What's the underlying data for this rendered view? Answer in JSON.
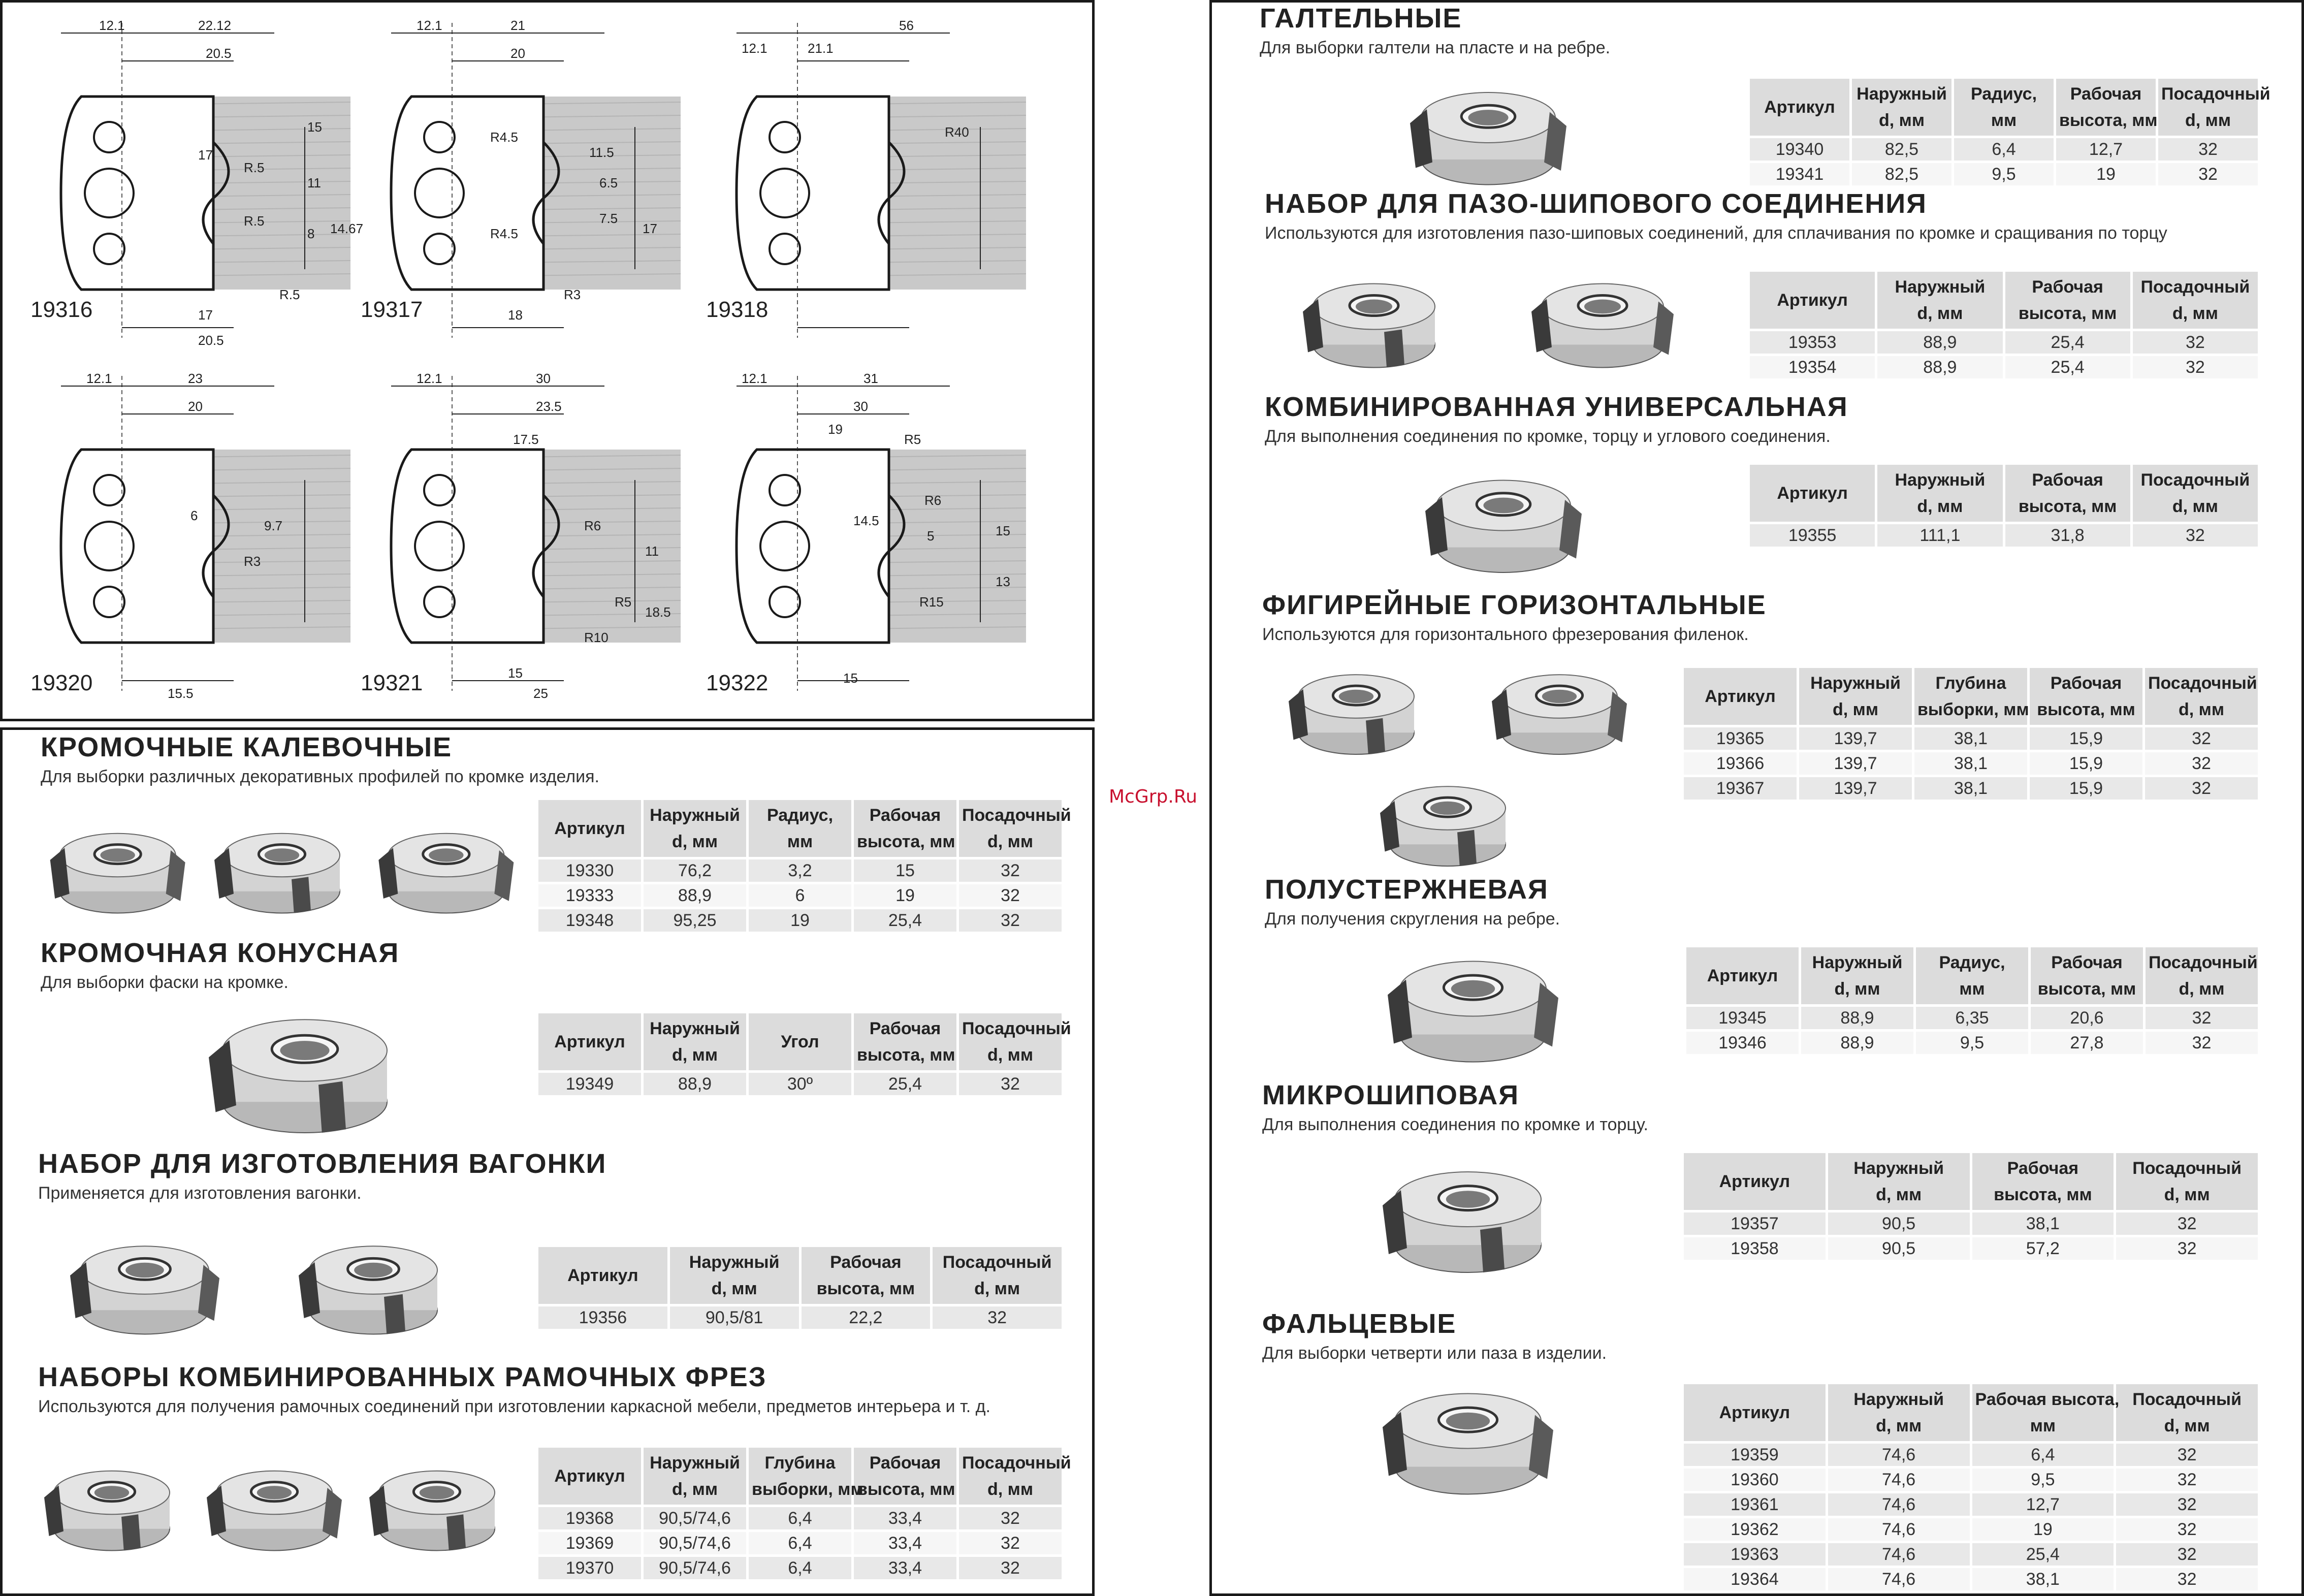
{
  "diagrams": {
    "items": [
      {
        "id": "19316",
        "dims": [
          "12.1",
          "22.12",
          "20.5",
          "15",
          "17",
          "R.5",
          "11",
          "R.5",
          "8",
          "14.67",
          "17",
          "20.5",
          "R.5"
        ]
      },
      {
        "id": "19317",
        "dims": [
          "12.1",
          "21",
          "20",
          "R4.5",
          "11.5",
          "6.5",
          "R4.5",
          "7.5",
          "17",
          "18",
          "R3"
        ]
      },
      {
        "id": "19318",
        "dims": [
          "56",
          "12.1",
          "21.1",
          "R40"
        ]
      },
      {
        "id": "19320",
        "dims": [
          "12.1",
          "23",
          "20",
          "6",
          "9.7",
          "R3",
          "15.5"
        ]
      },
      {
        "id": "19321",
        "dims": [
          "12.1",
          "30",
          "23.5",
          "17.5",
          "R6",
          "11",
          "R5",
          "18.5",
          "R10",
          "15",
          "25"
        ]
      },
      {
        "id": "19322",
        "dims": [
          "12.1",
          "31",
          "30",
          "19",
          "R5",
          "14.5",
          "R6",
          "5",
          "15",
          "13",
          "R15",
          "15"
        ]
      }
    ]
  },
  "watermark": "McGrp.Ru",
  "sections_left": [
    {
      "title": "КРОМОЧНЫЕ КАЛЕВОЧНЫЕ",
      "desc": "Для выборки различных декоративных профилей по кромке изделия.",
      "headers": [
        [
          "Артикул"
        ],
        [
          "Наружный",
          "d, мм"
        ],
        [
          "Радиус,",
          "мм"
        ],
        [
          "Рабочая",
          "высота, мм"
        ],
        [
          "Посадочный",
          "d, мм"
        ]
      ],
      "rows": [
        [
          "19330",
          "76,2",
          "3,2",
          "15",
          "32"
        ],
        [
          "19333",
          "88,9",
          "6",
          "19",
          "32"
        ],
        [
          "19348",
          "95,25",
          "19",
          "25,4",
          "32"
        ]
      ]
    },
    {
      "title": "КРОМОЧНАЯ КОНУСНАЯ",
      "desc": "Для выборки фаски на кромке.",
      "headers": [
        [
          "Артикул"
        ],
        [
          "Наружный",
          "d, мм"
        ],
        [
          "Угол"
        ],
        [
          "Рабочая",
          "высота, мм"
        ],
        [
          "Посадочный",
          "d, мм"
        ]
      ],
      "rows": [
        [
          "19349",
          "88,9",
          "30º",
          "25,4",
          "32"
        ]
      ]
    },
    {
      "title": "НАБОР ДЛЯ ИЗГОТОВЛЕНИЯ ВАГОНКИ",
      "desc": "Применяется для изготовления вагонки.",
      "headers": [
        [
          "Артикул"
        ],
        [
          "Наружный",
          "d, мм"
        ],
        [
          "Рабочая",
          "высота, мм"
        ],
        [
          "Посадочный",
          "d, мм"
        ]
      ],
      "rows": [
        [
          "19356",
          "90,5/81",
          "22,2",
          "32"
        ]
      ]
    },
    {
      "title": "НАБОРЫ КОМБИНИРОВАННЫХ РАМОЧНЫХ ФРЕЗ",
      "desc": "Используются для получения рамочных соединений при изготовлении каркасной мебели, предметов интерьера и т. д.",
      "headers": [
        [
          "Артикул"
        ],
        [
          "Наружный",
          "d, мм"
        ],
        [
          "Глубина",
          "выборки, мм"
        ],
        [
          "Рабочая",
          "высота, мм"
        ],
        [
          "Посадочный",
          "d, мм"
        ]
      ],
      "rows": [
        [
          "19368",
          "90,5/74,6",
          "6,4",
          "33,4",
          "32"
        ],
        [
          "19369",
          "90,5/74,6",
          "6,4",
          "33,4",
          "32"
        ],
        [
          "19370",
          "90,5/74,6",
          "6,4",
          "33,4",
          "32"
        ]
      ]
    }
  ],
  "sections_right": [
    {
      "title": "ГАЛТЕЛЬНЫЕ",
      "desc": "Для выборки галтели на пласте и на ребре.",
      "headers": [
        [
          "Артикул"
        ],
        [
          "Наружный",
          "d, мм"
        ],
        [
          "Радиус,",
          "мм"
        ],
        [
          "Рабочая",
          "высота, мм"
        ],
        [
          "Посадочный",
          "d, мм"
        ]
      ],
      "rows": [
        [
          "19340",
          "82,5",
          "6,4",
          "12,7",
          "32"
        ],
        [
          "19341",
          "82,5",
          "9,5",
          "19",
          "32"
        ]
      ]
    },
    {
      "title": "НАБОР ДЛЯ ПАЗО-ШИПОВОГО СОЕДИНЕНИЯ",
      "desc": "Используются для изготовления пазо-шиповых соединений, для сплачивания по кромке и сращивания по торцу",
      "headers": [
        [
          "Артикул"
        ],
        [
          "Наружный",
          "d, мм"
        ],
        [
          "Рабочая",
          "высота, мм"
        ],
        [
          "Посадочный",
          "d, мм"
        ]
      ],
      "rows": [
        [
          "19353",
          "88,9",
          "25,4",
          "32"
        ],
        [
          "19354",
          "88,9",
          "25,4",
          "32"
        ]
      ]
    },
    {
      "title": "КОМБИНИРОВАННАЯ УНИВЕРСАЛЬНАЯ",
      "desc": "Для выполнения соединения по кромке, торцу и углового соединения.",
      "headers": [
        [
          "Артикул"
        ],
        [
          "Наружный",
          "d, мм"
        ],
        [
          "Рабочая",
          "высота, мм"
        ],
        [
          "Посадочный",
          "d, мм"
        ]
      ],
      "rows": [
        [
          "19355",
          "111,1",
          "31,8",
          "32"
        ]
      ]
    },
    {
      "title": "ФИГИРЕЙНЫЕ ГОРИЗОНТАЛЬНЫЕ",
      "desc": "Используются для горизонтального фрезерования филенок.",
      "headers": [
        [
          "Артикул"
        ],
        [
          "Наружный",
          "d, мм"
        ],
        [
          "Глубина",
          "выборки, мм"
        ],
        [
          "Рабочая",
          "высота, мм"
        ],
        [
          "Посадочный",
          "d, мм"
        ]
      ],
      "rows": [
        [
          "19365",
          "139,7",
          "38,1",
          "15,9",
          "32"
        ],
        [
          "19366",
          "139,7",
          "38,1",
          "15,9",
          "32"
        ],
        [
          "19367",
          "139,7",
          "38,1",
          "15,9",
          "32"
        ]
      ]
    },
    {
      "title": "ПОЛУСТЕРЖНЕВАЯ",
      "desc": "Для получения скругления на ребре.",
      "headers": [
        [
          "Артикул"
        ],
        [
          "Наружный",
          "d, мм"
        ],
        [
          "Радиус,",
          "мм"
        ],
        [
          "Рабочая",
          "высота, мм"
        ],
        [
          "Посадочный",
          "d, мм"
        ]
      ],
      "rows": [
        [
          "19345",
          "88,9",
          "6,35",
          "20,6",
          "32"
        ],
        [
          "19346",
          "88,9",
          "9,5",
          "27,8",
          "32"
        ]
      ]
    },
    {
      "title": "МИКРОШИПОВАЯ",
      "desc": "Для выполнения соединения по кромке и торцу.",
      "headers": [
        [
          "Артикул"
        ],
        [
          "Наружный",
          "d, мм"
        ],
        [
          "Рабочая",
          "высота, мм"
        ],
        [
          "Посадочный",
          "d, мм"
        ]
      ],
      "rows": [
        [
          "19357",
          "90,5",
          "38,1",
          "32"
        ],
        [
          "19358",
          "90,5",
          "57,2",
          "32"
        ]
      ]
    },
    {
      "title": "ФАЛЬЦЕВЫЕ",
      "desc": "Для выборки четверти или паза в изделии.",
      "headers": [
        [
          "Артикул"
        ],
        [
          "Наружный",
          "d, мм"
        ],
        [
          "Рабочая высота,",
          "мм"
        ],
        [
          "Посадочный",
          "d, мм"
        ]
      ],
      "rows": [
        [
          "19359",
          "74,6",
          "6,4",
          "32"
        ],
        [
          "19360",
          "74,6",
          "9,5",
          "32"
        ],
        [
          "19361",
          "74,6",
          "12,7",
          "32"
        ],
        [
          "19362",
          "74,6",
          "19",
          "32"
        ],
        [
          "19363",
          "74,6",
          "25,4",
          "32"
        ],
        [
          "19364",
          "74,6",
          "38,1",
          "32"
        ]
      ]
    }
  ]
}
